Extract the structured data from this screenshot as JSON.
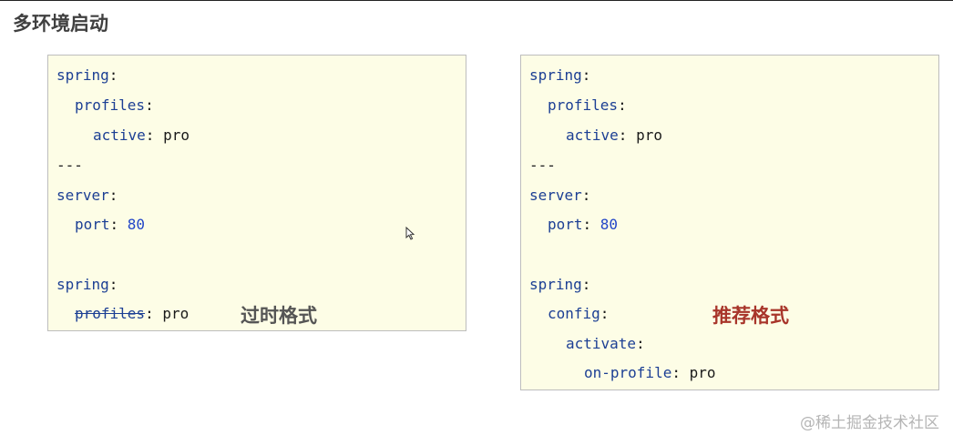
{
  "page": {
    "title": "多环境启动",
    "watermark": "@稀土掘金技术社区"
  },
  "left_panel": {
    "label": "过时格式",
    "lines": {
      "l1_key": "spring",
      "l2_key": "profiles",
      "l3_key": "active",
      "l3_val": "pro",
      "l4": "---",
      "l5_key": "server",
      "l6_key": "port",
      "l6_val": "80",
      "l8_key": "spring",
      "l9_key": "profiles",
      "l9_val": "pro"
    }
  },
  "right_panel": {
    "label": "推荐格式",
    "lines": {
      "l1_key": "spring",
      "l2_key": "profiles",
      "l3_key": "active",
      "l3_val": "pro",
      "l4": "---",
      "l5_key": "server",
      "l6_key": "port",
      "l6_val": "80",
      "l8_key": "spring",
      "l9_key": "config",
      "l10_key": "activate",
      "l11_key": "on-profile",
      "l11_val": "pro"
    }
  },
  "colors": {
    "key": "#1c3f94",
    "number": "#2346c8",
    "deprecated_label": "#555555",
    "recommended_label": "#a8352a",
    "panel_bg": "#fdfde6"
  },
  "icons": [
    "mouse-pointer-icon"
  ]
}
